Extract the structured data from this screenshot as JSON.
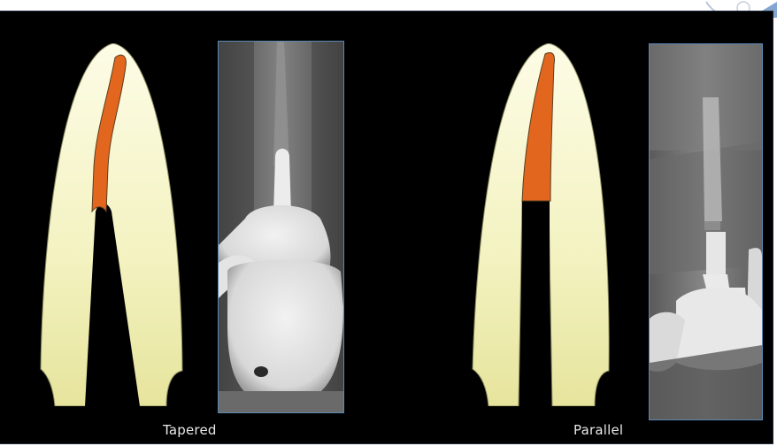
{
  "panels": [
    {
      "id": "tapered",
      "label": "Tapered"
    },
    {
      "id": "parallel",
      "label": "Parallel"
    }
  ],
  "colors": {
    "background": "#000000",
    "root_light": "#fbf9d8",
    "root_shade": "#eaeaa8",
    "post": "#e2661e",
    "xray_border": "#5a88b4"
  }
}
